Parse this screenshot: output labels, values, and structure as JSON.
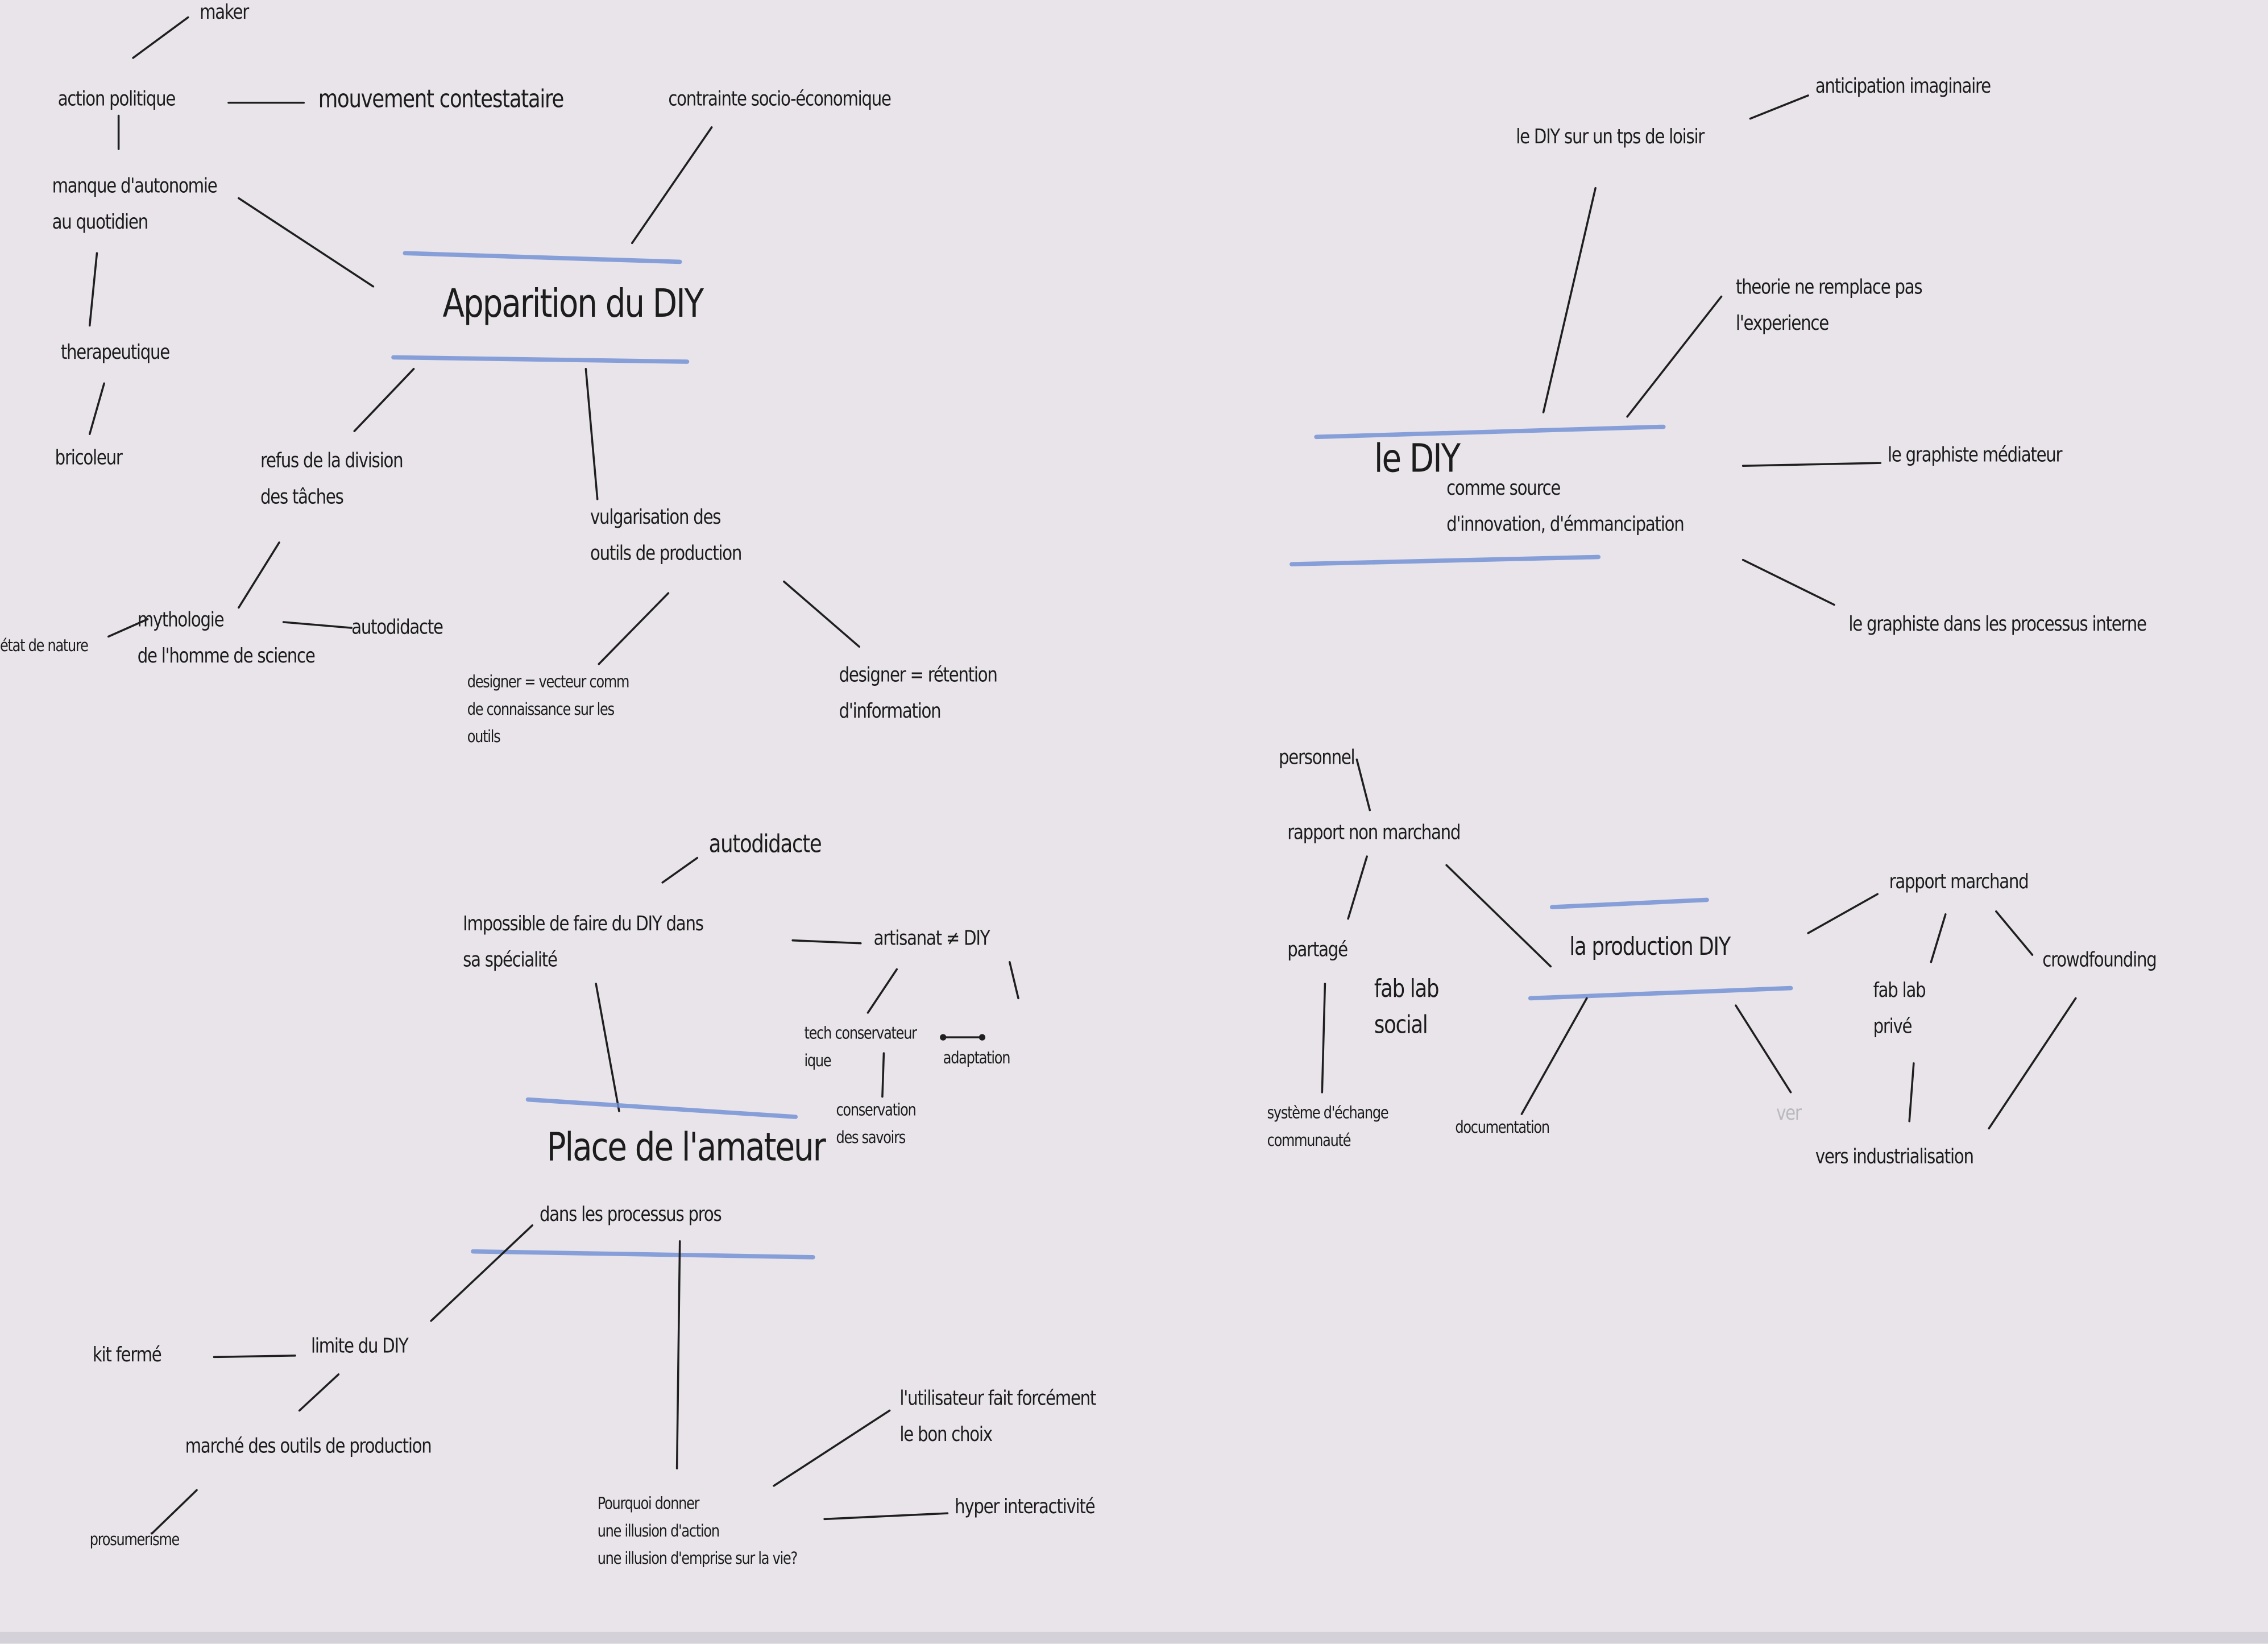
{
  "nodes": {
    "maker": [
      "maker"
    ],
    "action_politique": [
      "action politique"
    ],
    "mouvement_contestataire": [
      "mouvement contestataire"
    ],
    "contrainte": [
      "contrainte socio-économique"
    ],
    "manque_autonomie": [
      "manque d'autonomie",
      "au quotidien"
    ],
    "apparition_diy": [
      "Apparition du DIY"
    ],
    "therapeutique": [
      "therapeutique"
    ],
    "bricoleur": [
      "bricoleur"
    ],
    "refus_division": [
      "refus de la division",
      "des tâches"
    ],
    "vulgarisation": [
      "vulgarisation des",
      "outils de production"
    ],
    "mythologie": [
      "mythologie",
      "de l'homme de science"
    ],
    "etat_de_nature": [
      "état de nature"
    ],
    "autodidacte_1": [
      "autodidacte"
    ],
    "designer_vecteur": [
      "designer = vecteur comm",
      "de connaissance sur les",
      "outils"
    ],
    "designer_retention": [
      "designer = rétention",
      "d'information"
    ],
    "autodidacte_2": [
      "autodidacte"
    ],
    "impossible_diy": [
      "Impossible de faire du DIY dans",
      "sa spécialité"
    ],
    "artisanat": [
      "artisanat ≠ DIY"
    ],
    "tech_conservateur": [
      "tech conservateur",
      "ique"
    ],
    "adaptation": [
      "adaptation"
    ],
    "conservation_savoirs": [
      "conservation",
      "des savoirs"
    ],
    "place_amateur": [
      "Place  de l'amateur"
    ],
    "processus_pros": [
      "dans les processus pros"
    ],
    "kit_ferme": [
      "kit fermé"
    ],
    "limite_diy": [
      "limite du DIY"
    ],
    "marche_outils": [
      "marché des outils de production"
    ],
    "prosumerisme": [
      "prosumerisme"
    ],
    "utilisateur_choix": [
      "l'utilisateur fait forcément",
      "le bon choix"
    ],
    "pourquoi_illusion": [
      "Pourquoi donner",
      "une illusion d'action",
      "une illusion d'emprise sur la vie?"
    ],
    "hyper_interactivite": [
      "hyper interactivité"
    ],
    "diy_loisir": [
      "le DIY sur un tps de loisir"
    ],
    "anticipation": [
      "anticipation imaginaire"
    ],
    "theorie_experience": [
      "theorie ne remplace pas",
      "l'experience"
    ],
    "le_diy": [
      "le DIY"
    ],
    "source_innovation": [
      "comme source",
      "d'innovation, d'émmancipation"
    ],
    "graphiste_mediateur": [
      "le graphiste médiateur"
    ],
    "graphiste_processus": [
      "le graphiste dans les processus interne"
    ],
    "personnel": [
      "personnel"
    ],
    "rapport_non_marchand": [
      "rapport non marchand"
    ],
    "partage": [
      "partagé"
    ],
    "fab_lab_social": [
      "fab lab",
      "social"
    ],
    "systeme_echange": [
      "système d'échange",
      "communauté"
    ],
    "documentation": [
      "documentation"
    ],
    "production_diy": [
      "la production  DIY"
    ],
    "ver": [
      "ver"
    ],
    "rapport_marchand": [
      "rapport marchand"
    ],
    "fab_lab_prive": [
      "fab lab",
      "privé"
    ],
    "crowdfounding": [
      "crowdfounding"
    ],
    "vers_industrialisation": [
      "vers industrialisation"
    ]
  },
  "colors": {
    "paper": "#e8e4ea",
    "ink": "#1f1f1f",
    "highlight": "#6f8fd6"
  }
}
